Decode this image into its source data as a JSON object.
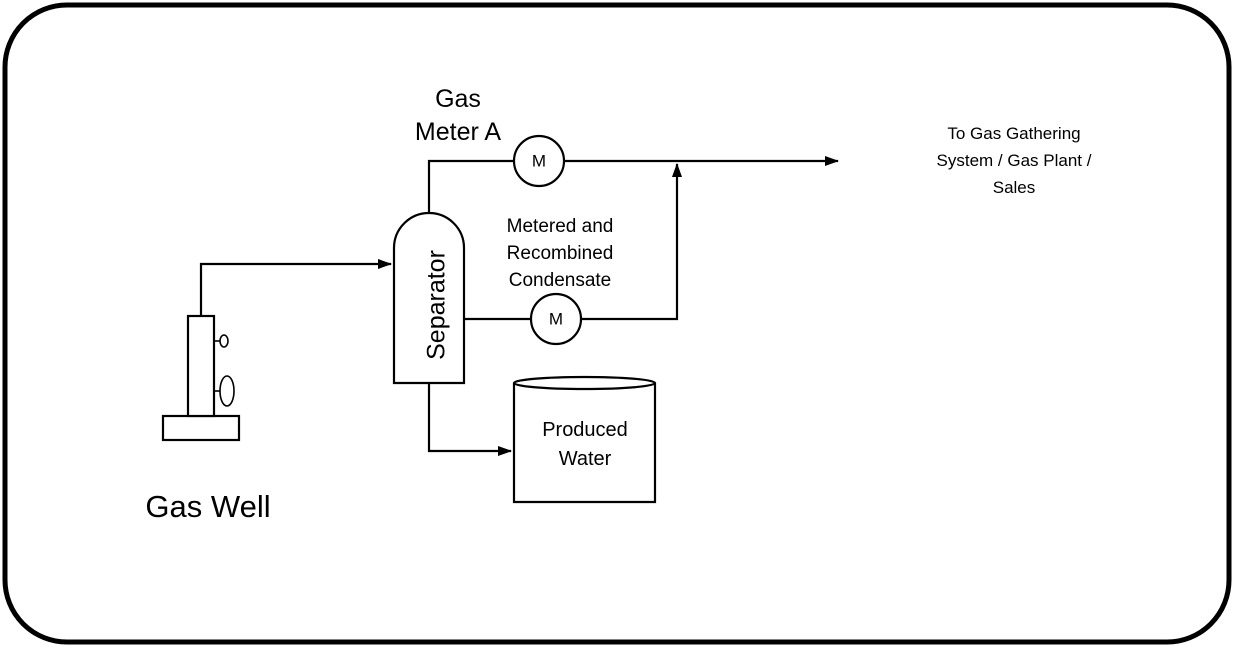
{
  "diagram": {
    "gas_meter_label": {
      "line1": "Gas",
      "line2": "Meter A"
    },
    "meter_symbol": "M",
    "destination": {
      "line1": "To Gas Gathering",
      "line2": "System / Gas Plant /",
      "line3": "Sales"
    },
    "condensate_label": {
      "line1": "Metered and",
      "line2": "Recombined",
      "line3": "Condensate"
    },
    "separator_label": "Separator",
    "water_tank": {
      "line1": "Produced",
      "line2": "Water"
    },
    "gas_well_label": "Gas Well"
  }
}
